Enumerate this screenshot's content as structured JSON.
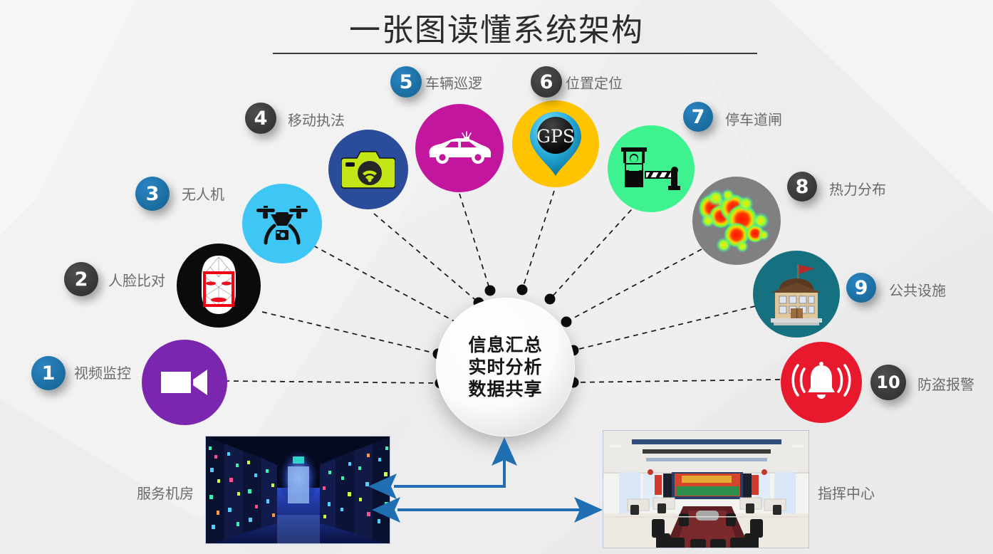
{
  "title": "一张图读懂系统架构",
  "hub": {
    "lines": [
      "信息汇总",
      "实时分析",
      "数据共享"
    ]
  },
  "colors": {
    "badge_blue": "#1b6ca8",
    "badge_dark": "#3b3b3b",
    "arrow_blue": "#1f6fb2",
    "background": "#f0f0f0",
    "label_gray": "#6b6b6b"
  },
  "nodes": [
    {
      "num": "1",
      "label": "视频监控",
      "badge": "blue",
      "icon": "video-camera-icon",
      "circle_color": "#7b26ae"
    },
    {
      "num": "2",
      "label": "人脸比对",
      "badge": "dark",
      "icon": "face-recognition-icon",
      "circle_color": "#0b0b0b"
    },
    {
      "num": "3",
      "label": "无人机",
      "badge": "blue",
      "icon": "drone-icon",
      "circle_color": "#3ec6f5"
    },
    {
      "num": "4",
      "label": "移动执法",
      "badge": "dark",
      "icon": "wifi-camera-icon",
      "circle_color": "#2b4b9b"
    },
    {
      "num": "5",
      "label": "车辆巡逻",
      "badge": "blue",
      "icon": "police-car-icon",
      "circle_color": "#c3169e"
    },
    {
      "num": "6",
      "label": "位置定位",
      "badge": "dark",
      "icon": "gps-pin-icon",
      "circle_color": "#ffc400"
    },
    {
      "num": "7",
      "label": "停车道闸",
      "badge": "blue",
      "icon": "parking-barrier-icon",
      "circle_color": "#3df28f"
    },
    {
      "num": "8",
      "label": "热力分布",
      "badge": "dark",
      "icon": "heatmap-icon",
      "circle_color": "#808080"
    },
    {
      "num": "9",
      "label": "公共设施",
      "badge": "blue",
      "icon": "public-building-icon",
      "circle_color": "#15707f"
    },
    {
      "num": "10",
      "label": "防盗报警",
      "badge": "dark",
      "icon": "alarm-bell-icon",
      "circle_color": "#e8192c"
    }
  ],
  "gps_text": "GPS",
  "bottom": {
    "server_room_label": "服务机房",
    "command_center_label": "指挥中心"
  }
}
